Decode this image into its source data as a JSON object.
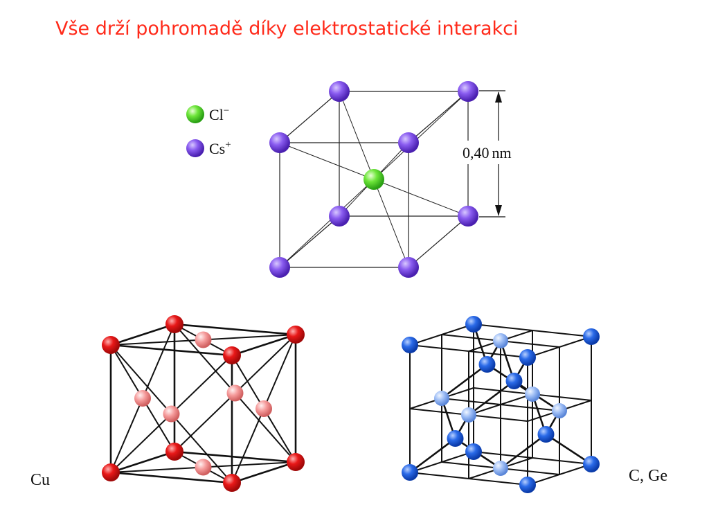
{
  "slide": {
    "title": "Vše drží pohromadě díky elektrostatické interakci"
  },
  "cscl": {
    "legend": [
      {
        "label": "Cl",
        "superscript": "−",
        "color": "#66e633"
      },
      {
        "label": "Cs",
        "superscript": "+",
        "color": "#7a4de0"
      }
    ],
    "dimension_value": "0,40",
    "dimension_unit": "nm"
  },
  "cu": {
    "label": "Cu",
    "corner_color": "#e01818",
    "face_color": "#f08a8a"
  },
  "diamond": {
    "label": "C, Ge",
    "corner_color": "#1a5ad8",
    "inner_color": "#8ab0f0"
  }
}
